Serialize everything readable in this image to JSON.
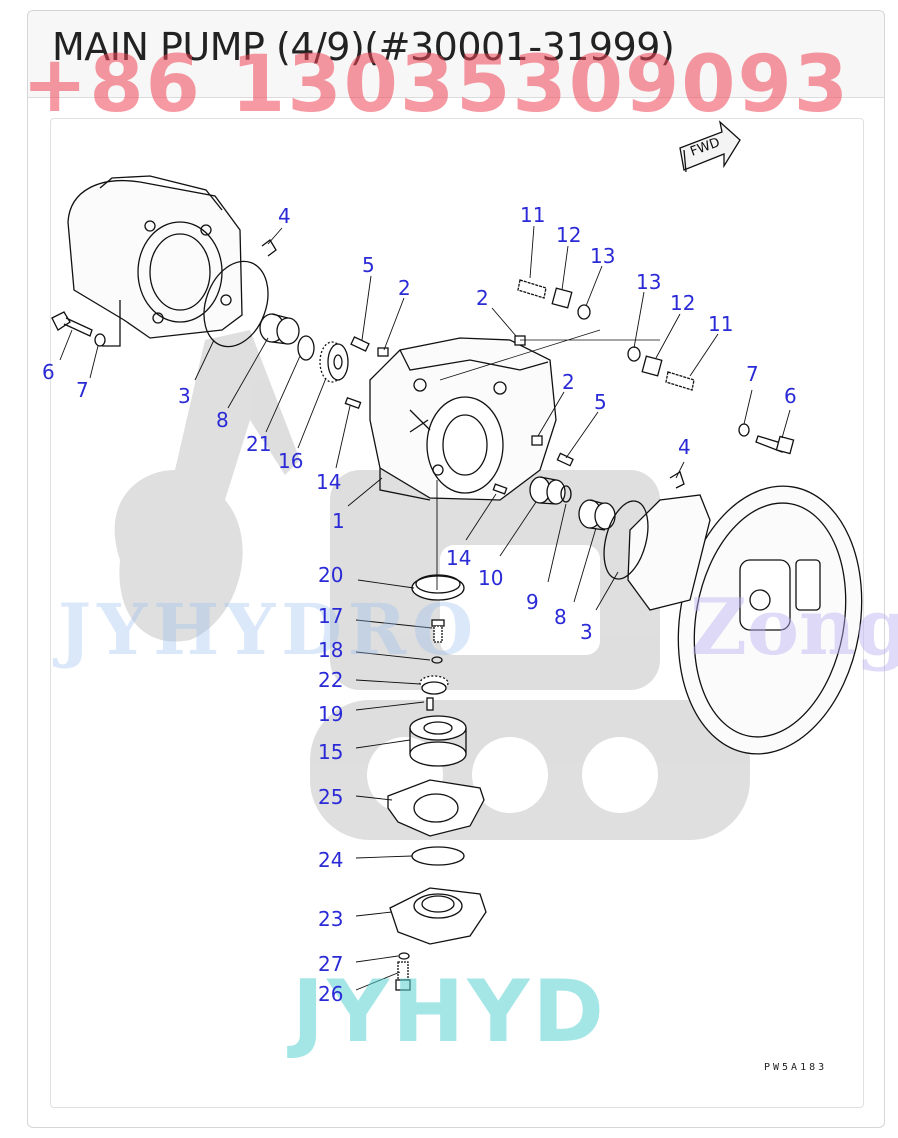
{
  "page": {
    "title": "MAIN PUMP (4/9)(#30001-31999)",
    "phone_watermark": "+86 13035309093"
  },
  "diagram": {
    "fwd_label": "FWD",
    "figure_code": "PW5A183",
    "watermarks": {
      "top": "JYHYDRO",
      "right": "Zong",
      "bottom": "JYHYD"
    },
    "callouts": [
      {
        "id": "c4a",
        "text": "4"
      },
      {
        "id": "c5a",
        "text": "5"
      },
      {
        "id": "c2a",
        "text": "2"
      },
      {
        "id": "c11a",
        "text": "11"
      },
      {
        "id": "c12a",
        "text": "12"
      },
      {
        "id": "c13a",
        "text": "13"
      },
      {
        "id": "c2b",
        "text": "2"
      },
      {
        "id": "c13b",
        "text": "13"
      },
      {
        "id": "c12b",
        "text": "12"
      },
      {
        "id": "c11b",
        "text": "11"
      },
      {
        "id": "c6a",
        "text": "6"
      },
      {
        "id": "c7a",
        "text": "7"
      },
      {
        "id": "c3a",
        "text": "3"
      },
      {
        "id": "c8a",
        "text": "8"
      },
      {
        "id": "c21",
        "text": "21"
      },
      {
        "id": "c16",
        "text": "16"
      },
      {
        "id": "c14a",
        "text": "14"
      },
      {
        "id": "c1",
        "text": "1"
      },
      {
        "id": "c2c",
        "text": "2"
      },
      {
        "id": "c5b",
        "text": "5"
      },
      {
        "id": "c7b",
        "text": "7"
      },
      {
        "id": "c6b",
        "text": "6"
      },
      {
        "id": "c4b",
        "text": "4"
      },
      {
        "id": "c14b",
        "text": "14"
      },
      {
        "id": "c10",
        "text": "10"
      },
      {
        "id": "c9",
        "text": "9"
      },
      {
        "id": "c8b",
        "text": "8"
      },
      {
        "id": "c3b",
        "text": "3"
      },
      {
        "id": "c20",
        "text": "20"
      },
      {
        "id": "c17",
        "text": "17"
      },
      {
        "id": "c18",
        "text": "18"
      },
      {
        "id": "c22",
        "text": "22"
      },
      {
        "id": "c19",
        "text": "19"
      },
      {
        "id": "c15",
        "text": "15"
      },
      {
        "id": "c25",
        "text": "25"
      },
      {
        "id": "c24",
        "text": "24"
      },
      {
        "id": "c23",
        "text": "23"
      },
      {
        "id": "c27",
        "text": "27"
      },
      {
        "id": "c26",
        "text": "26"
      }
    ]
  }
}
